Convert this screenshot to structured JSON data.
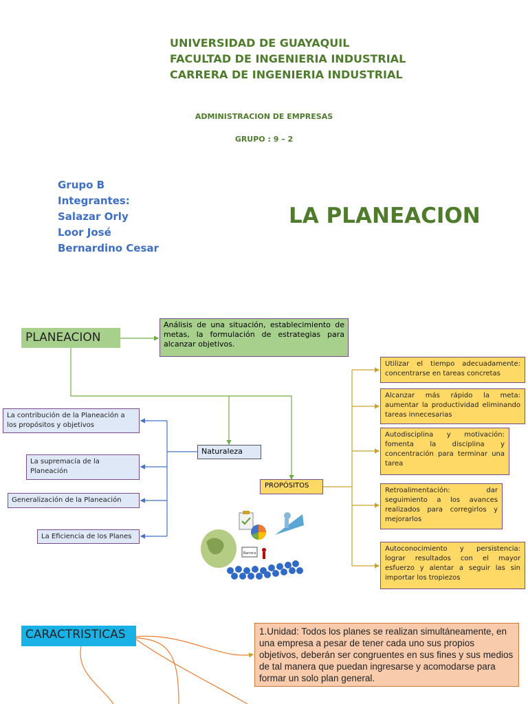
{
  "header": {
    "university": "UNIVERSIDAD DE GUAYAQUIL",
    "faculty": "FACULTAD DE INGENIERIA INDUSTRIAL",
    "career": "CARRERA DE INGENIERIA INDUSTRIAL",
    "subject": "ADMINISTRACION DE EMPRESAS",
    "group_code": "GRUPO : 9 – 2"
  },
  "team": {
    "group": "Grupo B",
    "members_label": "Integrantes:",
    "members": [
      "Salazar Orly",
      "Loor José",
      "Bernardino Cesar"
    ]
  },
  "title": "LA PLANEACION",
  "map": {
    "root": "PLANEACION",
    "definition": "Análisis de una situación, establecimiento de metas, la formulación de estrategias para alcanzar objetivos.",
    "naturaleza": "Naturaleza",
    "naturaleza_items": [
      "La contribución de la Planeación a los propósitos y objetivos",
      "La supremacía de la Planeación",
      "Generalización de la Planeación",
      "La Eficiencia de los Planes"
    ],
    "propositos": "PROPÓSITOS",
    "propositos_items": [
      "Utilizar el tiempo adecuadamente: concentrarse en tareas concretas",
      "Alcanzar más rápido la meta: aumentar la productividad eliminando tareas innecesarias",
      "Autodisciplina y motivación: fomenta la disciplina y concentración para terminar una tarea",
      "Retroalimentación: dar seguimiento a los avances realizados para corregirlos y mejorarlos",
      "Autoconocimiento y persistencia: lograr resultados con el mayor esfuerzo y alentar a seguir las sin importar los tropiezos"
    ],
    "image_sign": "Barrera"
  },
  "caracteristicas": {
    "label": "CARACTRISTICAS",
    "unidad": "1.Unidad: Todos los planes se realizan simultáneamente, en una empresa a pesar de tener cada uno sus propios objetivos, deberán ser congruentes en sus fines y sus medios de tal manera que puedan ingresarse y acomodarse para formar un solo plan general."
  },
  "colors": {
    "header_green": "#4e7b2c",
    "team_blue": "#3f6fc4",
    "box_green": "#a8d08d",
    "box_blue": "#dfe8f6",
    "box_yellow": "#ffd966",
    "box_cyan": "#1ab2e6",
    "box_peach": "#f8cbad"
  }
}
